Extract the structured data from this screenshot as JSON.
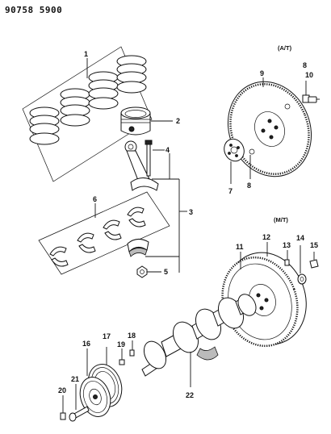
{
  "header": {
    "code": "90758 5900"
  },
  "sections": {
    "at": "(A/T)",
    "mt": "(M/T)"
  },
  "callouts": {
    "c1": "1",
    "c2": "2",
    "c3": "3",
    "c4": "4",
    "c5": "5",
    "c6": "6",
    "c7": "7",
    "c8a": "8",
    "c8b": "8",
    "c9": "9",
    "c10": "10",
    "c11": "11",
    "c12": "12",
    "c13": "13",
    "c14": "14",
    "c15": "15",
    "c16": "16",
    "c17": "17",
    "c18": "18",
    "c19": "19",
    "c20": "20",
    "c21": "21",
    "c22": "22"
  }
}
